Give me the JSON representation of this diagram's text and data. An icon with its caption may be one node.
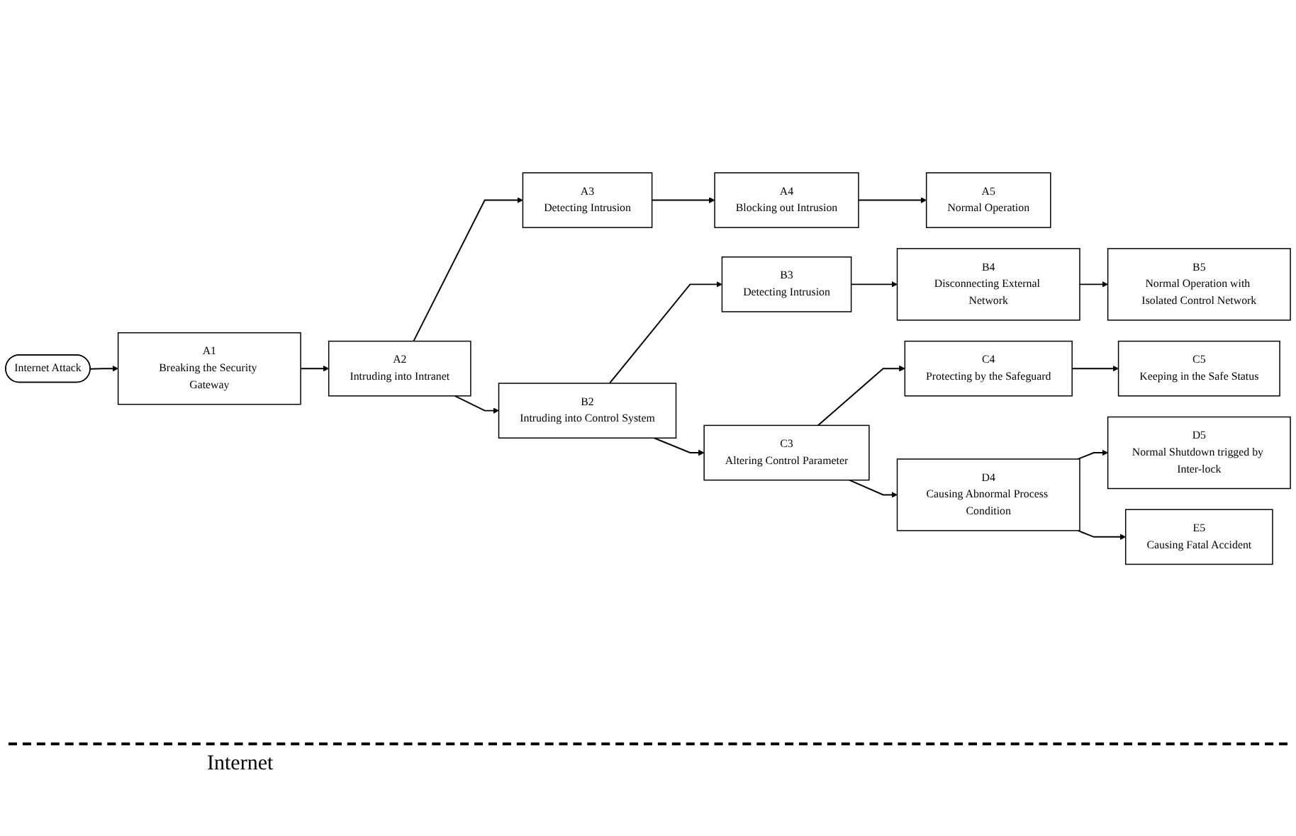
{
  "diagram": {
    "nodes": [
      {
        "text": [
          "Internet Attack"
        ]
      },
      {
        "text": [
          "A1",
          "Breaking the Security Gateway"
        ]
      },
      {
        "text": [
          "A2",
          "Intruding into Intranet"
        ]
      },
      {
        "text": [
          "A3",
          "Detecting Intrusion"
        ]
      },
      {
        "text": [
          "A4",
          "Blocking out Intrusion"
        ]
      },
      {
        "text": [
          "A5",
          "Normal Operation"
        ]
      },
      {
        "text": [
          "B2",
          "Intruding into Control System"
        ]
      },
      {
        "text": [
          "B3",
          "Detecting Intrusion"
        ]
      },
      {
        "text": [
          "B4",
          "Disconnecting External Network"
        ]
      },
      {
        "text": [
          "B5",
          "Normal Operation with Isolated Control Network"
        ]
      },
      {
        "text": [
          "C3",
          "Altering Control Parameter"
        ]
      },
      {
        "text": [
          "C4",
          "Protecting by the Safeguard"
        ]
      },
      {
        "text": [
          "C5",
          "Keeping in the Safe Status"
        ]
      },
      {
        "text": [
          "D4",
          "Causing Abnormal Process Condition"
        ]
      },
      {
        "text": [
          "D5",
          "Normal Shutdown trigged by Inter-lock"
        ]
      },
      {
        "text": [
          "E5",
          "Causing Fatal Accident"
        ]
      }
    ],
    "edges": [
      {
        "from": 0,
        "to": 1,
        "arrow": "to"
      },
      {
        "from": 1,
        "to": 2,
        "arrow": "to"
      },
      {
        "from": 2,
        "to": 3,
        "arrow": "to"
      },
      {
        "from": 3,
        "to": 4,
        "arrow": "to"
      },
      {
        "from": 4,
        "to": 5,
        "arrow": "to"
      },
      {
        "from": 2,
        "to": 6,
        "arrow": "to"
      },
      {
        "from": 6,
        "to": 7,
        "arrow": "to"
      },
      {
        "from": 7,
        "to": 8,
        "arrow": "to"
      },
      {
        "from": 8,
        "to": 9,
        "arrow": "to"
      },
      {
        "from": 6,
        "to": 10,
        "arrow": "to"
      },
      {
        "from": 10,
        "to": 11,
        "arrow": "to"
      },
      {
        "from": 11,
        "to": 12,
        "arrow": "to"
      },
      {
        "from": 10,
        "to": 13,
        "arrow": "to"
      },
      {
        "from": 13,
        "to": 14,
        "arrow": "to"
      },
      {
        "from": 13,
        "to": 15,
        "arrow": "to"
      }
    ],
    "labels": [
      "Internet"
    ]
  }
}
